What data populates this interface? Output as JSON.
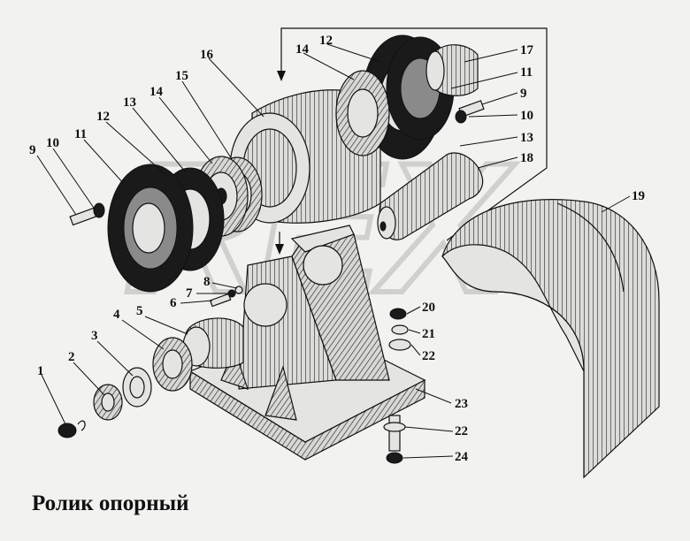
{
  "caption": "Ролик опорный",
  "watermark": "REX",
  "callouts": [
    "1",
    "2",
    "3",
    "4",
    "5",
    "6",
    "7",
    "8",
    "9",
    "10",
    "11",
    "12",
    "13",
    "14",
    "15",
    "16",
    "17",
    "18",
    "19",
    "20",
    "21",
    "22",
    "23",
    "24"
  ],
  "colors": {
    "ink": "#111111",
    "paper": "#f2f2f0",
    "watermark": "#c8c8c8"
  }
}
